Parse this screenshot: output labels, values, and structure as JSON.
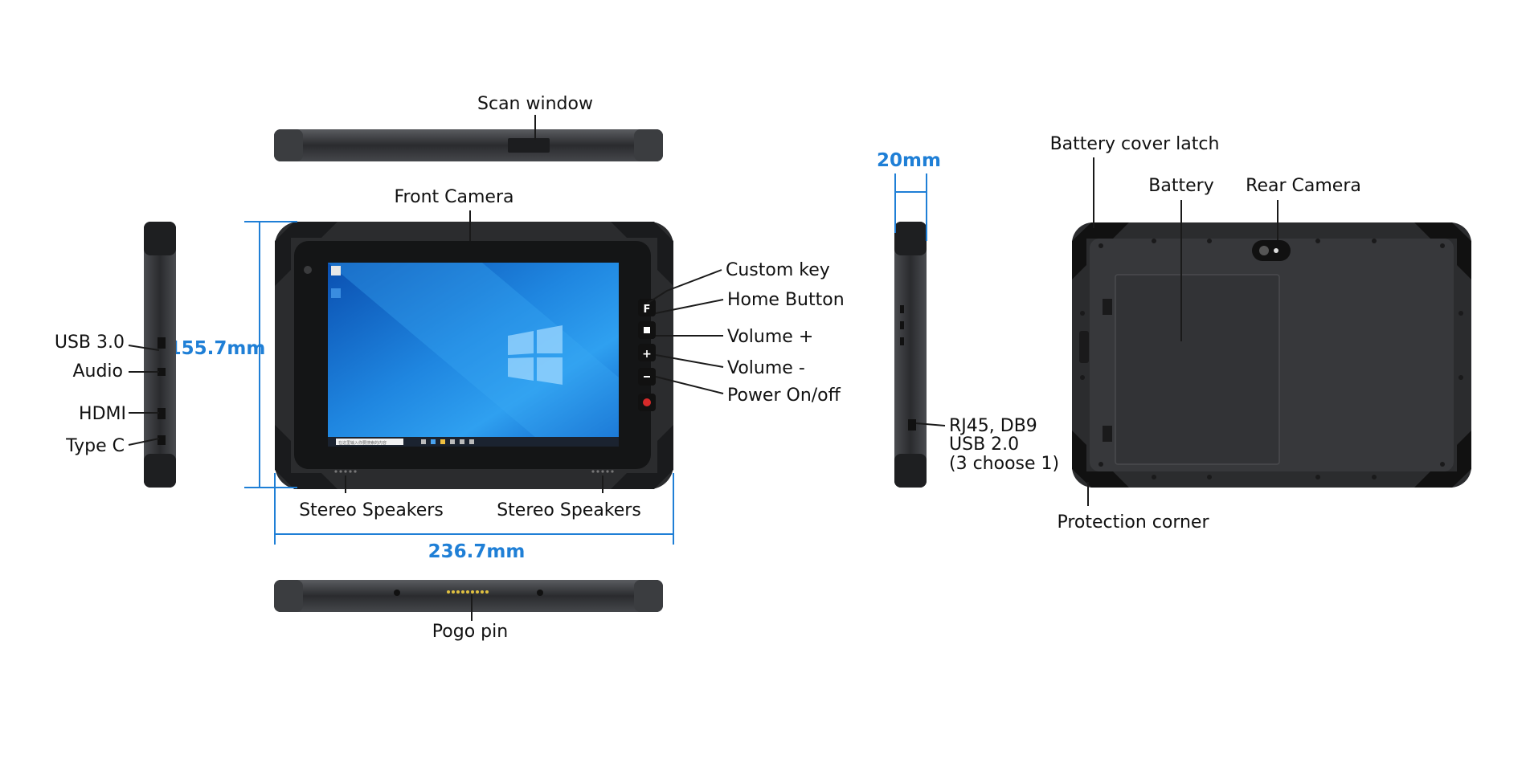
{
  "labels": {
    "scan_window": "Scan window",
    "front_camera": "Front Camera",
    "custom_key": "Custom key",
    "home_button": "Home Button",
    "volume_plus": "Volume +",
    "volume_minus": "Volume -",
    "power": "Power On/off",
    "usb3": "USB 3.0",
    "audio": "Audio",
    "hdmi": "HDMI",
    "type_c": "Type C",
    "stereo_speakers_left": "Stereo Speakers",
    "stereo_speakers_right": "Stereo Speakers",
    "pogo_pin": "Pogo pin",
    "rj45_line1": "RJ45, DB9",
    "rj45_line2": "USB 2.0",
    "rj45_line3": "(3 choose 1)",
    "battery_cover_latch": "Battery cover latch",
    "battery": "Battery",
    "rear_camera": "Rear Camera",
    "protection_corner": "Protection corner"
  },
  "dimensions": {
    "height": "155.7mm",
    "width": "236.7mm",
    "thickness": "20mm"
  },
  "screen": {
    "search_placeholder": "在这里输入你要搜索的内容",
    "button_f": "F",
    "button_plus": "+"
  },
  "colors": {
    "dimension_blue": "#1f7fd6",
    "body_dark": "#2b2c2e",
    "screen_blue": "#1a73d9"
  }
}
